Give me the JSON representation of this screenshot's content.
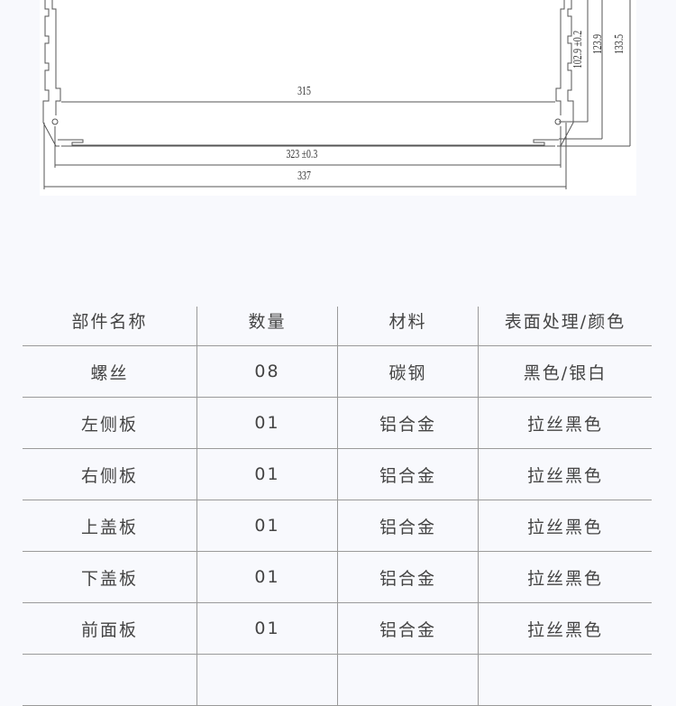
{
  "drawing": {
    "dimensions": {
      "inner_width": "315",
      "mid_width": "323 ±0.3",
      "outer_width": "337",
      "height_1": "102.9 ±0.2",
      "height_2": "123.9",
      "height_3": "133.5"
    }
  },
  "table": {
    "headers": [
      "部件名称",
      "数量",
      "材料",
      "表面处理/颜色"
    ],
    "rows": [
      [
        "螺丝",
        "08",
        "碳钢",
        "黑色/银白"
      ],
      [
        "左侧板",
        "01",
        "铝合金",
        "拉丝黑色"
      ],
      [
        "右侧板",
        "01",
        "铝合金",
        "拉丝黑色"
      ],
      [
        "上盖板",
        "01",
        "铝合金",
        "拉丝黑色"
      ],
      [
        "下盖板",
        "01",
        "铝合金",
        "拉丝黑色"
      ],
      [
        "前面板",
        "01",
        "铝合金",
        "拉丝黑色"
      ]
    ]
  }
}
